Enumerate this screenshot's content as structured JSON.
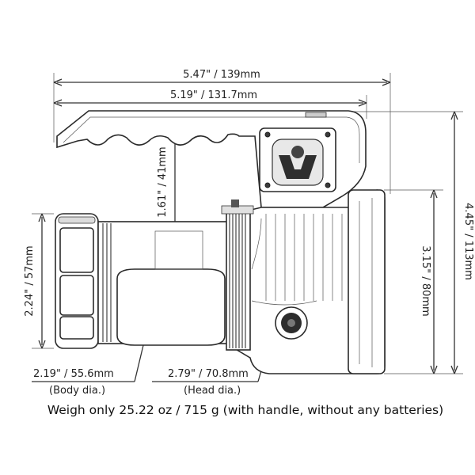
{
  "dimensions": {
    "overall_length": "5.47\" / 139mm",
    "handle_length": "5.19\" / 131.7mm",
    "handle_height": "1.61\" / 41mm",
    "overall_height": "4.45\" / 113mm",
    "head_height": "3.15\" / 80mm",
    "body_height": "2.24\" / 57mm",
    "body_diameter": "2.19\" / 55.6mm",
    "body_diameter_note": "(Body dia.)",
    "head_diameter": "2.79\" / 70.8mm",
    "head_diameter_note": "(Head dia.)"
  },
  "caption": "Weigh only 25.22 oz / 715 g (with handle, without any batteries)"
}
